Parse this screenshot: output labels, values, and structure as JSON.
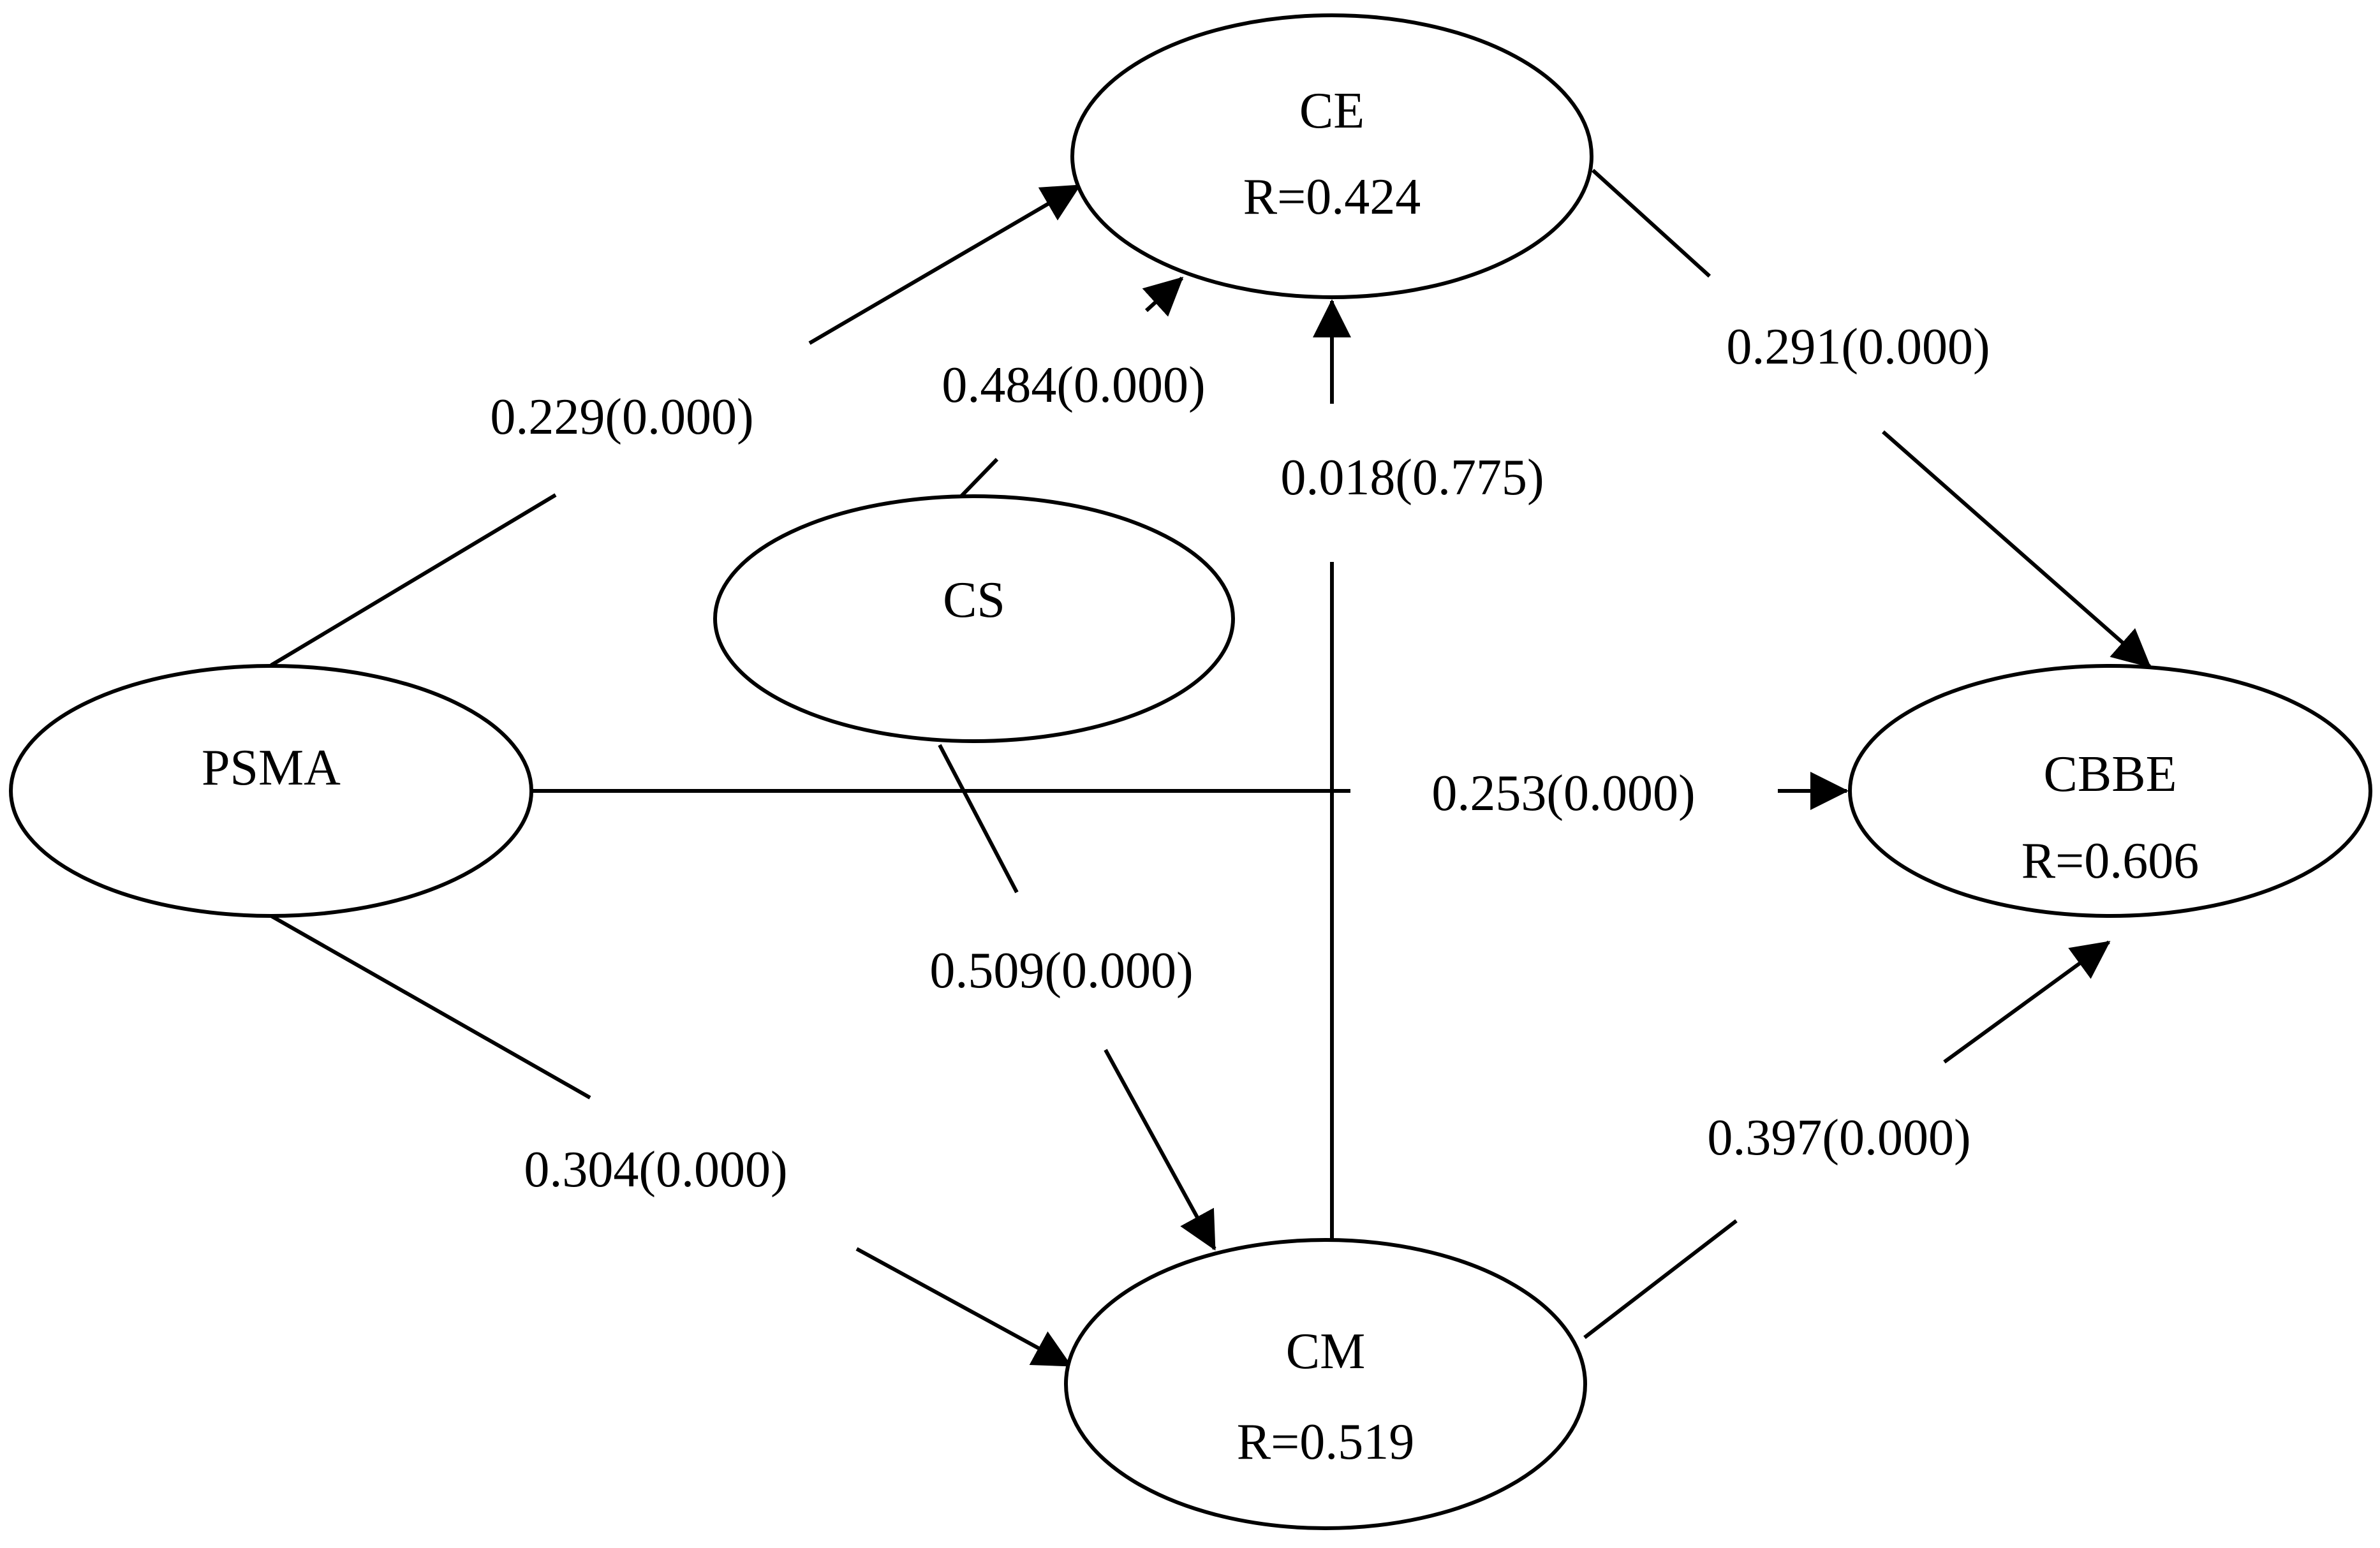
{
  "nodes": {
    "ce": {
      "name": "CE",
      "r": "R=0.424"
    },
    "cs": {
      "name": "CS"
    },
    "psma": {
      "name": "PSMA"
    },
    "cbbe": {
      "name": "CBBE",
      "r": "R=0.606"
    },
    "cm": {
      "name": "CM",
      "r": "R=0.519"
    }
  },
  "paths": {
    "psma_ce": "0.229(0.000)",
    "cs_ce": "0.484(0.000)",
    "cm_ce": "0.018(0.775)",
    "ce_cbbe": "0.291(0.000)",
    "psma_cbbe": "0.253(0.000)",
    "cs_cm": "0.509(0.000)",
    "psma_cm": "0.304(0.000)",
    "cm_cbbe": "0.397(0.000)"
  }
}
